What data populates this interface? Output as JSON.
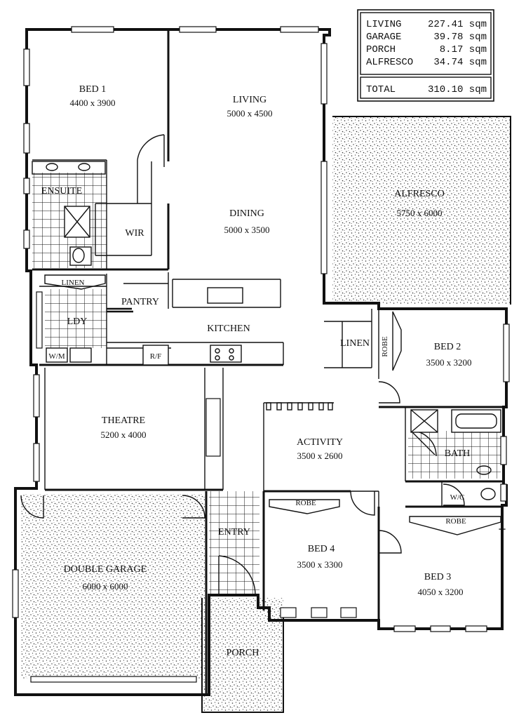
{
  "area_table": {
    "rows": [
      {
        "label": "LIVING",
        "value": "227.41 sqm"
      },
      {
        "label": "GARAGE",
        "value": "39.78 sqm"
      },
      {
        "label": "PORCH",
        "value": "8.17 sqm"
      },
      {
        "label": "ALFRESCO",
        "value": "34.74 sqm"
      }
    ],
    "total_label": "TOTAL",
    "total_value": "310.10 sqm"
  },
  "rooms": {
    "bed1": {
      "name": "BED 1",
      "dim": "4400 x 3900"
    },
    "living": {
      "name": "LIVING",
      "dim": "5000 x 4500"
    },
    "alfresco": {
      "name": "ALFRESCO",
      "dim": "5750 x 6000"
    },
    "ensuite": {
      "name": "ENSUITE"
    },
    "wir": {
      "name": "WIR"
    },
    "dining": {
      "name": "DINING",
      "dim": "5000 x 3500"
    },
    "linen1": {
      "name": "LINEN"
    },
    "pantry": {
      "name": "PANTRY"
    },
    "ldy": {
      "name": "LDY"
    },
    "kitchen": {
      "name": "KITCHEN"
    },
    "wm": {
      "name": "W/M"
    },
    "rf": {
      "name": "R/F"
    },
    "linen2": {
      "name": "LINEN"
    },
    "robe_bed2": {
      "name": "ROBE"
    },
    "bed2": {
      "name": "BED 2",
      "dim": "3500 x 3200"
    },
    "theatre": {
      "name": "THEATRE",
      "dim": "5200 x 4000"
    },
    "activity": {
      "name": "ACTIVITY",
      "dim": "3500 x 2600"
    },
    "bath": {
      "name": "BATH"
    },
    "wc": {
      "name": "W/C"
    },
    "robe_bed4": {
      "name": "ROBE"
    },
    "robe_bed3": {
      "name": "ROBE"
    },
    "entry": {
      "name": "ENTRY"
    },
    "garage": {
      "name": "DOUBLE GARAGE",
      "dim": "6000 x 6000"
    },
    "bed4": {
      "name": "BED 4",
      "dim": "3500 x 3300"
    },
    "bed3": {
      "name": "BED 3",
      "dim": "4050 x 3200"
    },
    "porch": {
      "name": "PORCH"
    }
  }
}
